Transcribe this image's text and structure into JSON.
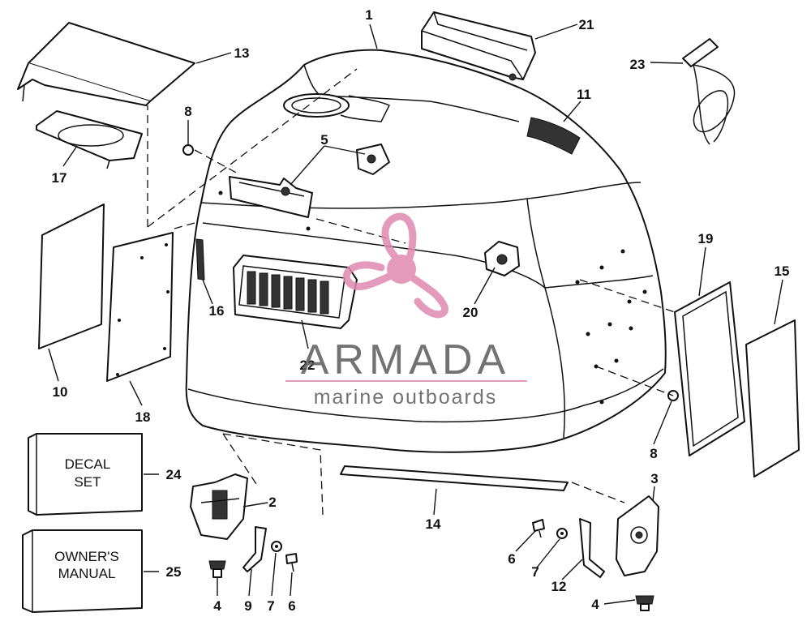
{
  "diagram": {
    "callouts": [
      "1",
      "2",
      "3",
      "4",
      "4",
      "5",
      "6",
      "6",
      "7",
      "7",
      "8",
      "8",
      "9",
      "10",
      "11",
      "12",
      "13",
      "14",
      "15",
      "16",
      "17",
      "18",
      "19",
      "20",
      "21",
      "22",
      "23",
      "24",
      "25"
    ],
    "decal_box": {
      "line1": "DECAL",
      "line2": "SET"
    },
    "manual_box": {
      "line1": "OWNER'S",
      "line2": "MANUAL"
    }
  },
  "watermark": {
    "brand": "ARMADA",
    "tagline": "marine outboards",
    "colors": {
      "accent": "#e08ab0",
      "text": "#5a5a5a"
    }
  }
}
